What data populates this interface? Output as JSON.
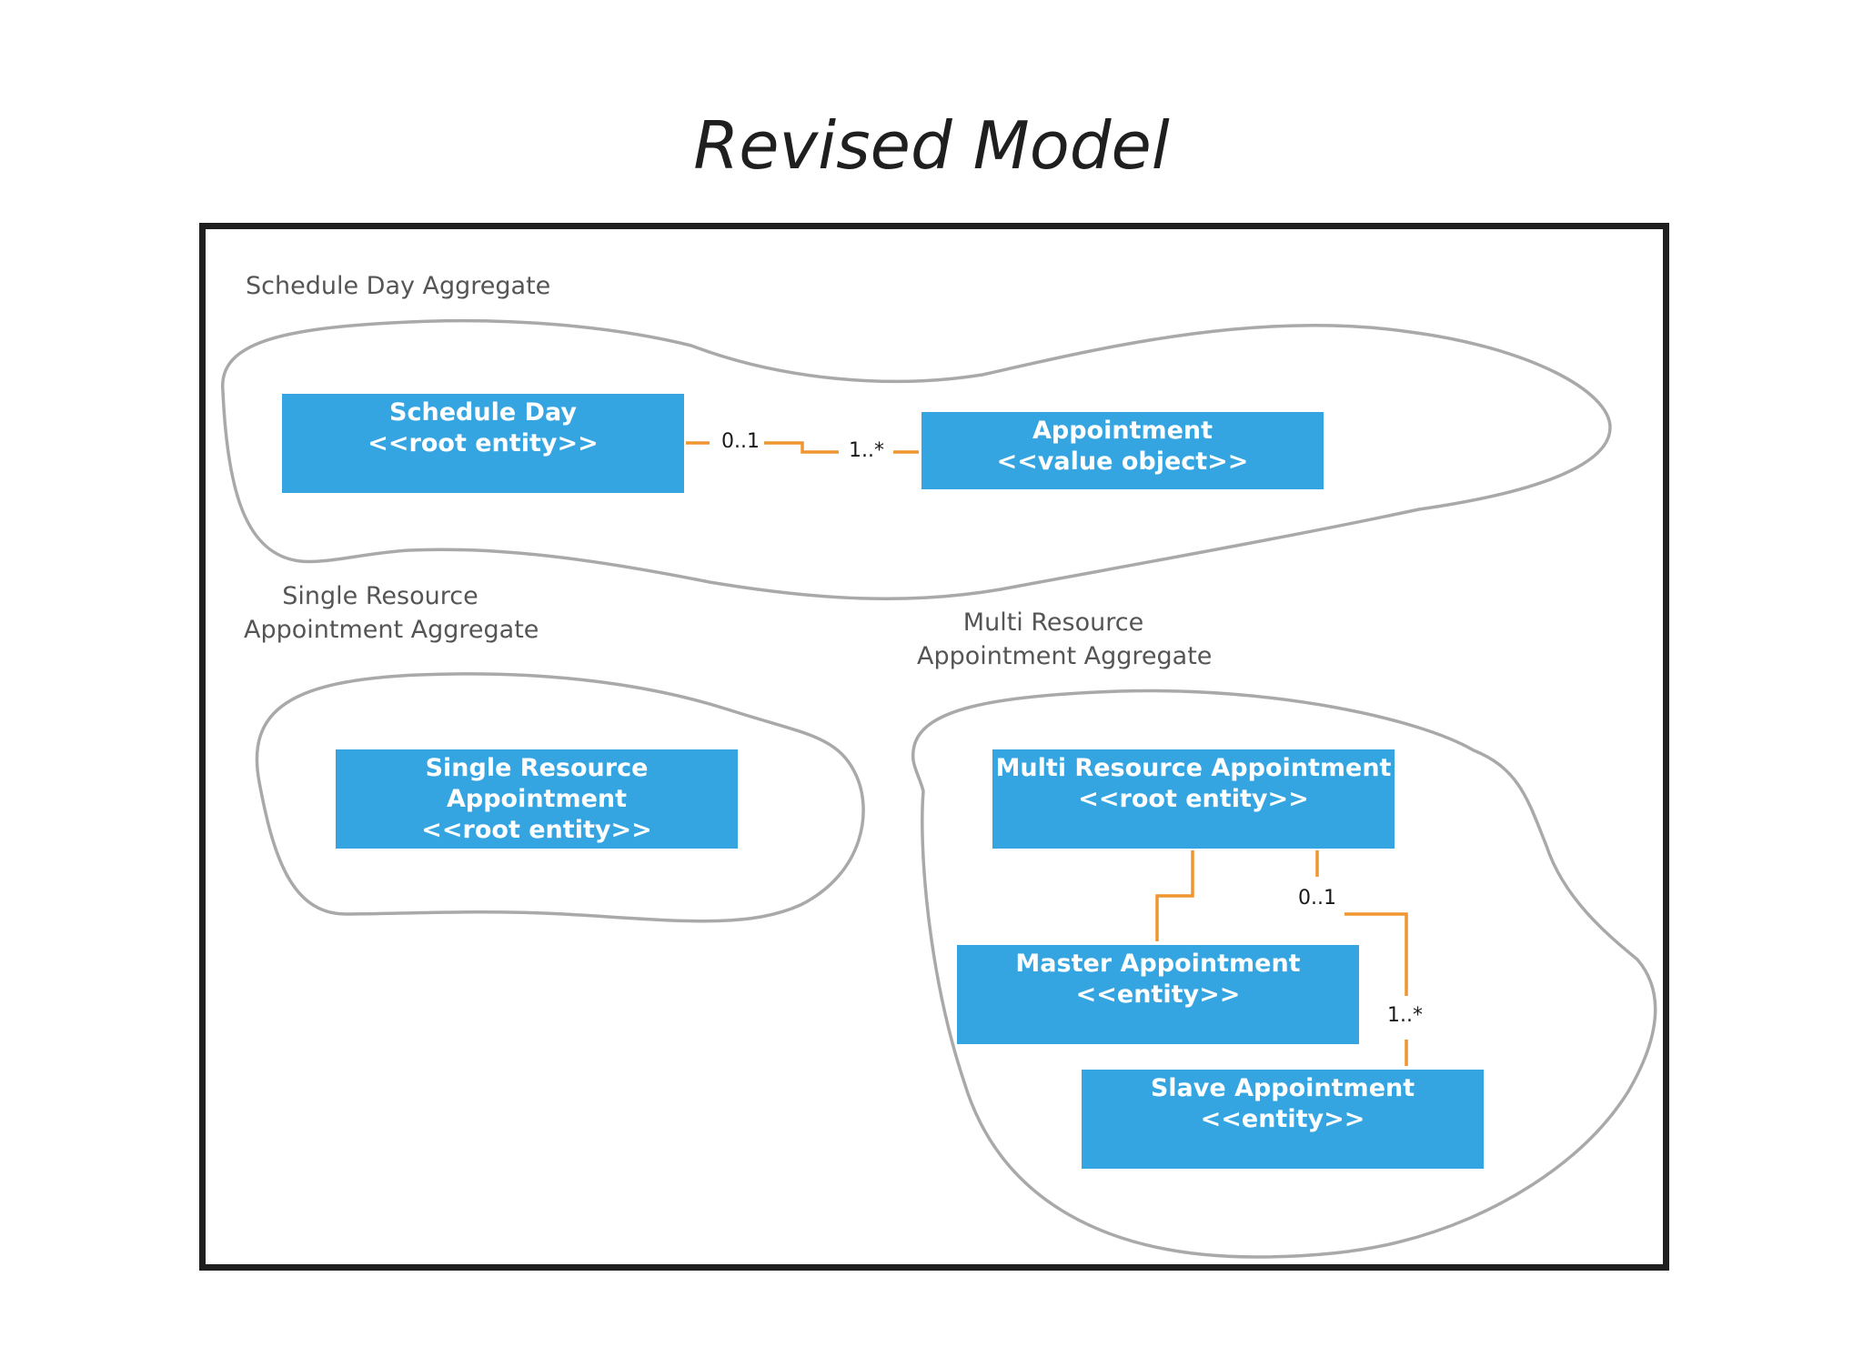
{
  "title": "Revised Model",
  "aggregates": {
    "schedule_day": {
      "label": "Schedule Day Aggregate"
    },
    "single_resource": {
      "label_line1": "Single Resource",
      "label_line2": "Appointment Aggregate"
    },
    "multi_resource": {
      "label_line1": "Multi Resource",
      "label_line2": "Appointment Aggregate"
    }
  },
  "boxes": {
    "schedule_day": {
      "name": "Schedule Day",
      "stereotype": "<<root entity>>"
    },
    "appointment": {
      "name": "Appointment",
      "stereotype": "<<value object>>"
    },
    "single_resource_appointment": {
      "name": "Single Resource Appointment",
      "stereotype": "<<root entity>>"
    },
    "multi_resource_appointment": {
      "name": "Multi Resource Appointment",
      "stereotype": "<<root entity>>"
    },
    "master_appointment": {
      "name": "Master Appointment",
      "stereotype": "<<entity>>"
    },
    "slave_appointment": {
      "name": "Slave Appointment",
      "stereotype": "<<entity>>"
    }
  },
  "multiplicities": {
    "schedule_to_appointment_source": "0..1",
    "schedule_to_appointment_target": "1..*",
    "multi_to_slave_source": "0..1",
    "multi_to_slave_target": "1..*"
  },
  "colors": {
    "box_fill": "#35a5e2",
    "connector": "#ef9630",
    "outline": "#a9a9a9",
    "frame": "#1f1f1f"
  }
}
